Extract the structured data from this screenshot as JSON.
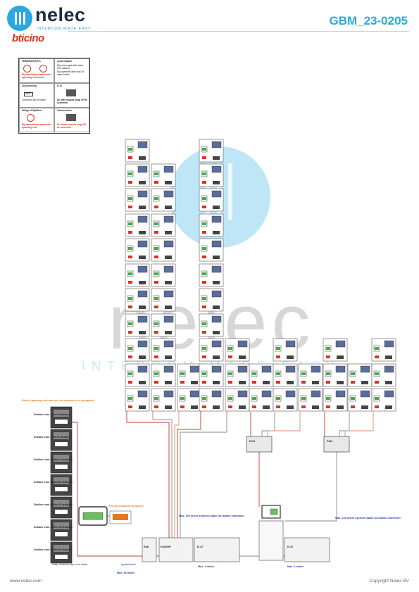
{
  "brand": {
    "name": "nelec",
    "tagline": "INTERCOM MADE EASY",
    "partner": "bticino"
  },
  "document": {
    "code": "GBM_23-0205"
  },
  "watermark": {
    "word": "nelec",
    "tagline": "INTERCOM MADE EASY"
  },
  "legend": {
    "titles": [
      "TERMINATOR 5 K",
      "systeemkabel",
      "Op uitvoering",
      "E-14",
      "Nuttige & Splitters",
      "Videoverdeler"
    ],
    "notes": [
      "Bij aansluitwerkzaamheden spanning eraf nemen",
      "Bij andere gebruikte kabel 40% afstand",
      "Bij ongeleide kabel max 36 meter buiten",
      "OUT",
      "Connector aan de kabel",
      "De witte module zorgt OP de connector",
      "Bij aansluitwerkzaamheden spanning eraf",
      "De zwarte module zorgt OP de connector"
    ]
  },
  "notes": {
    "power_warning": "Sluit de spanning niet aan voor het systeem en is gekoppeld",
    "relay_contact": "Pot vrij contact for de opener",
    "max_dist_left": "Max. 100 meter systeem-kabel tot laatste videofoon",
    "max_dist_right": "Max. 100 meter systeem-kabel tot laatste videofoon",
    "max_2m_1": "Max. 2 meter",
    "max_2m_2": "Max. 2 meter",
    "max_50m": "Max. 50 meter",
    "gepolariseerd": "gepolariseerd",
    "nabij_connect": "nabij connectors bijon voor elkaar"
  },
  "panel_labels": [
    "Drukker voor 1 t/m 8 drukkers",
    "Drukker voor 9 t/m 16 drukkers",
    "Drukker voor 17 t/m 24 drukkers",
    "Drukker voor 25 t/m 32 drukkers",
    "Drukker voor 33 t/m 40 drukkers",
    "Drukker voor 41 t/m 48 drukkers",
    "Drukker voor 49 t/m 56 drukkers"
  ],
  "devices": {
    "psu_1": "E46",
    "knoop": "KNOOP",
    "module_1": "E-47",
    "module_2": "E-47",
    "distributor_1": "F441",
    "distributor_2": "F441"
  },
  "footer": {
    "left": "www.nelec.com",
    "right": "Copyright Nelec BV"
  },
  "colors": {
    "accent": "#2aa8e0",
    "brand_dark": "#1e2a44",
    "bticino": "#d6321e",
    "orange": "#e07a1e"
  }
}
